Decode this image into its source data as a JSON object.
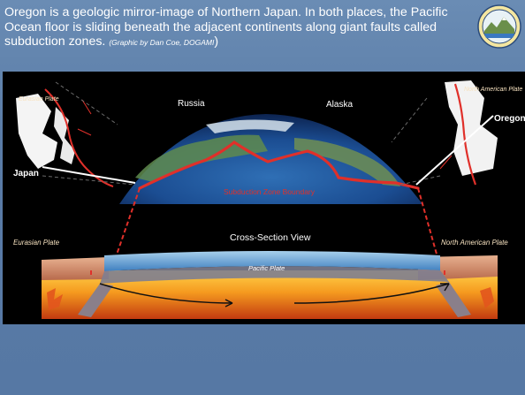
{
  "caption": {
    "text": "Oregon is a geologic mirror-image of Northern Japan. In both places, the Pacific Ocean floor is sliding beneath the adjacent continents along giant faults called subduction zones.",
    "credit": "(Graphic by Dan Coe, DOGAMI",
    "close_paren": ")"
  },
  "logo": "dogami-seal-icon",
  "figure": {
    "labels": {
      "eurasian_plate_inset": "Eurasian Plate",
      "north_american_plate_inset": "North American Plate",
      "russia": "Russia",
      "alaska": "Alaska",
      "japan": "Japan",
      "oregon": "Oregon",
      "subduction_zone_boundary": "Subduction Zone Boundary",
      "cross_section_view": "Cross-Section View",
      "eurasian_plate": "Eurasian Plate",
      "north_american_plate": "North American Plate",
      "pacific_plate": "Pacific Plate"
    }
  },
  "colors": {
    "background": "#5a7ca7",
    "subduction_line": "#e0302a",
    "ocean": "#1f4f9a",
    "mantle": "#f08a1e"
  }
}
